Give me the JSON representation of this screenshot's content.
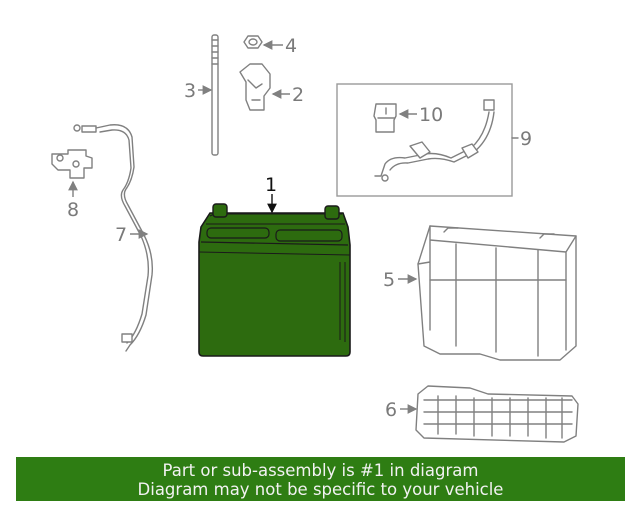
{
  "callouts": {
    "c1": "1",
    "c2": "2",
    "c3": "3",
    "c4": "4",
    "c5": "5",
    "c6": "6",
    "c7": "7",
    "c8": "8",
    "c9": "9",
    "c10": "10"
  },
  "banner": {
    "line1": "Part or sub-assembly is #1 in diagram",
    "line2": "Diagram may not be specific to your vehicle"
  },
  "colors": {
    "highlight_part": "#2d6b0f",
    "banner_background": "#2e7d13",
    "line_art": "#808080"
  }
}
